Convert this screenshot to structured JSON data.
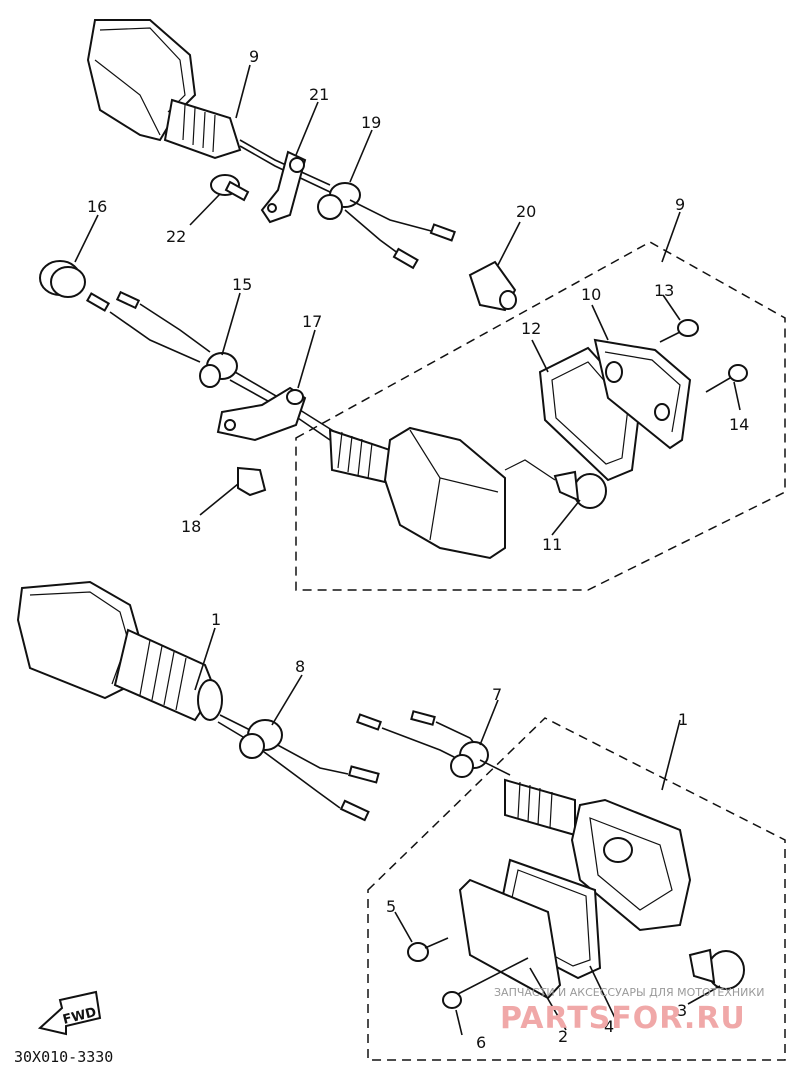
{
  "figure_code": "30X010-3330",
  "fwd_label": "FWD",
  "watermark": {
    "caption": "ЗАПЧАСТИ И АКСЕССУАРЫ ДЛЯ МОТОТЕХНИКИ",
    "brand": "PARTSFOR.RU"
  },
  "callouts": {
    "c1a": "1",
    "c1b": "1",
    "c2": "2",
    "c3": "3",
    "c4": "4",
    "c5": "5",
    "c6": "6",
    "c7": "7",
    "c8": "8",
    "c9a": "9",
    "c9b": "9",
    "c10": "10",
    "c11": "11",
    "c12": "12",
    "c13": "13",
    "c14": "14",
    "c15": "15",
    "c16": "16",
    "c17": "17",
    "c18": "18",
    "c19": "19",
    "c20": "20",
    "c21": "21",
    "c22": "22"
  }
}
